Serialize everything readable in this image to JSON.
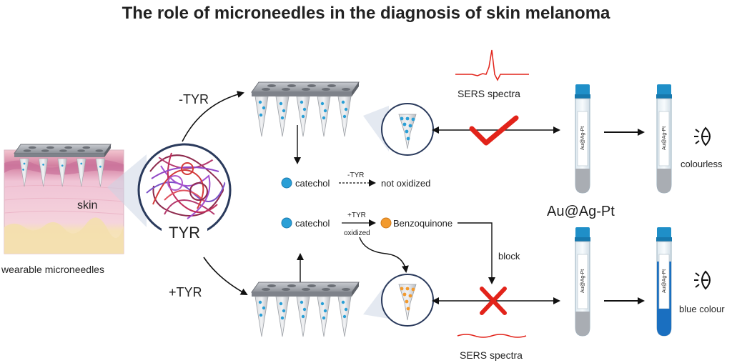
{
  "title": "The role of microneedles in the diagnosis of skin melanoma",
  "labels": {
    "minus_tyr": "-TYR",
    "plus_tyr": "+TYR",
    "skin": "skin",
    "tyr": "TYR",
    "wearable": "wearable microneedles",
    "sers_top": "SERS spectra",
    "sers_bottom": "SERS spectra",
    "catechol_1": "catechol",
    "minus_tyr_small": "-TYR",
    "not_oxidized": "not oxidized",
    "catechol_2": "catechol",
    "plus_tyr_small": "+TYR",
    "oxidized": "oxidized",
    "benzoquinone": "Benzoquinone",
    "block": "block",
    "au_ag_pt": "Au@Ag-Pt",
    "tube_label": "Au@Ag-Pt",
    "colourless": "colourless",
    "blue_colour": "blue colour"
  },
  "colors": {
    "red_accent": "#e2231a",
    "tube_cap": "#1f8fc8",
    "blue_fill": "#1a6fc0",
    "dot_blue": "#2a9fd6",
    "dot_orange": "#f29a2e",
    "patch_gray": "#a9adb3"
  }
}
